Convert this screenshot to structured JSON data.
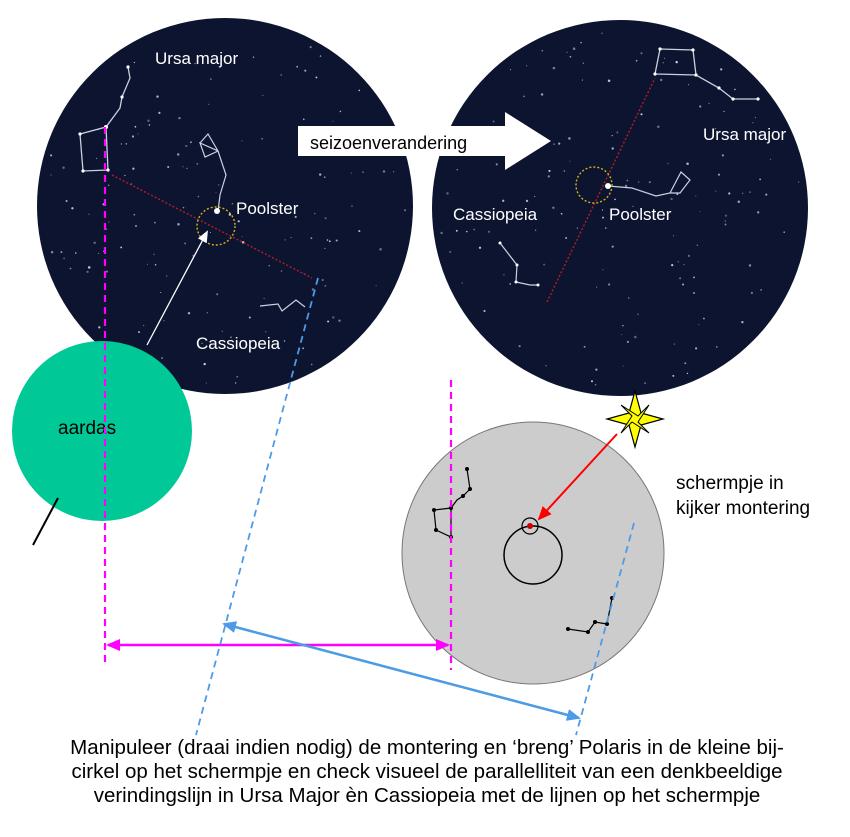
{
  "labels": {
    "ursa_major_left": "Ursa major",
    "poolster_left": "Poolster",
    "cassiopeia_left": "Cassiopeia",
    "seizoen": "seizoenverandering",
    "ursa_major_right": "Ursa major",
    "cassiopeia_right": "Cassiopeia",
    "poolster_right": "Poolster",
    "aardas": "aardas",
    "screen_line1": "schermpje in",
    "screen_line2": "kijker montering"
  },
  "caption": {
    "line1": "Manipuleer (draai indien nodig) de montering en ‘breng’ Polaris in de kleine bij-",
    "line2": "cirkel op het schermpje en check visueel de parallelliteit van een denkbeeldige",
    "line3": "verindingslijn in Ursa Major èn Cassiopeia met de lijnen op het schermpje"
  },
  "colors": {
    "sky": "#0d1430",
    "earth": "#00c896",
    "screen": "#cccccc",
    "magenta": "#ff00ff",
    "blue": "#4d9be6",
    "red_arrow": "#ff0000",
    "star": "#ffff00"
  }
}
